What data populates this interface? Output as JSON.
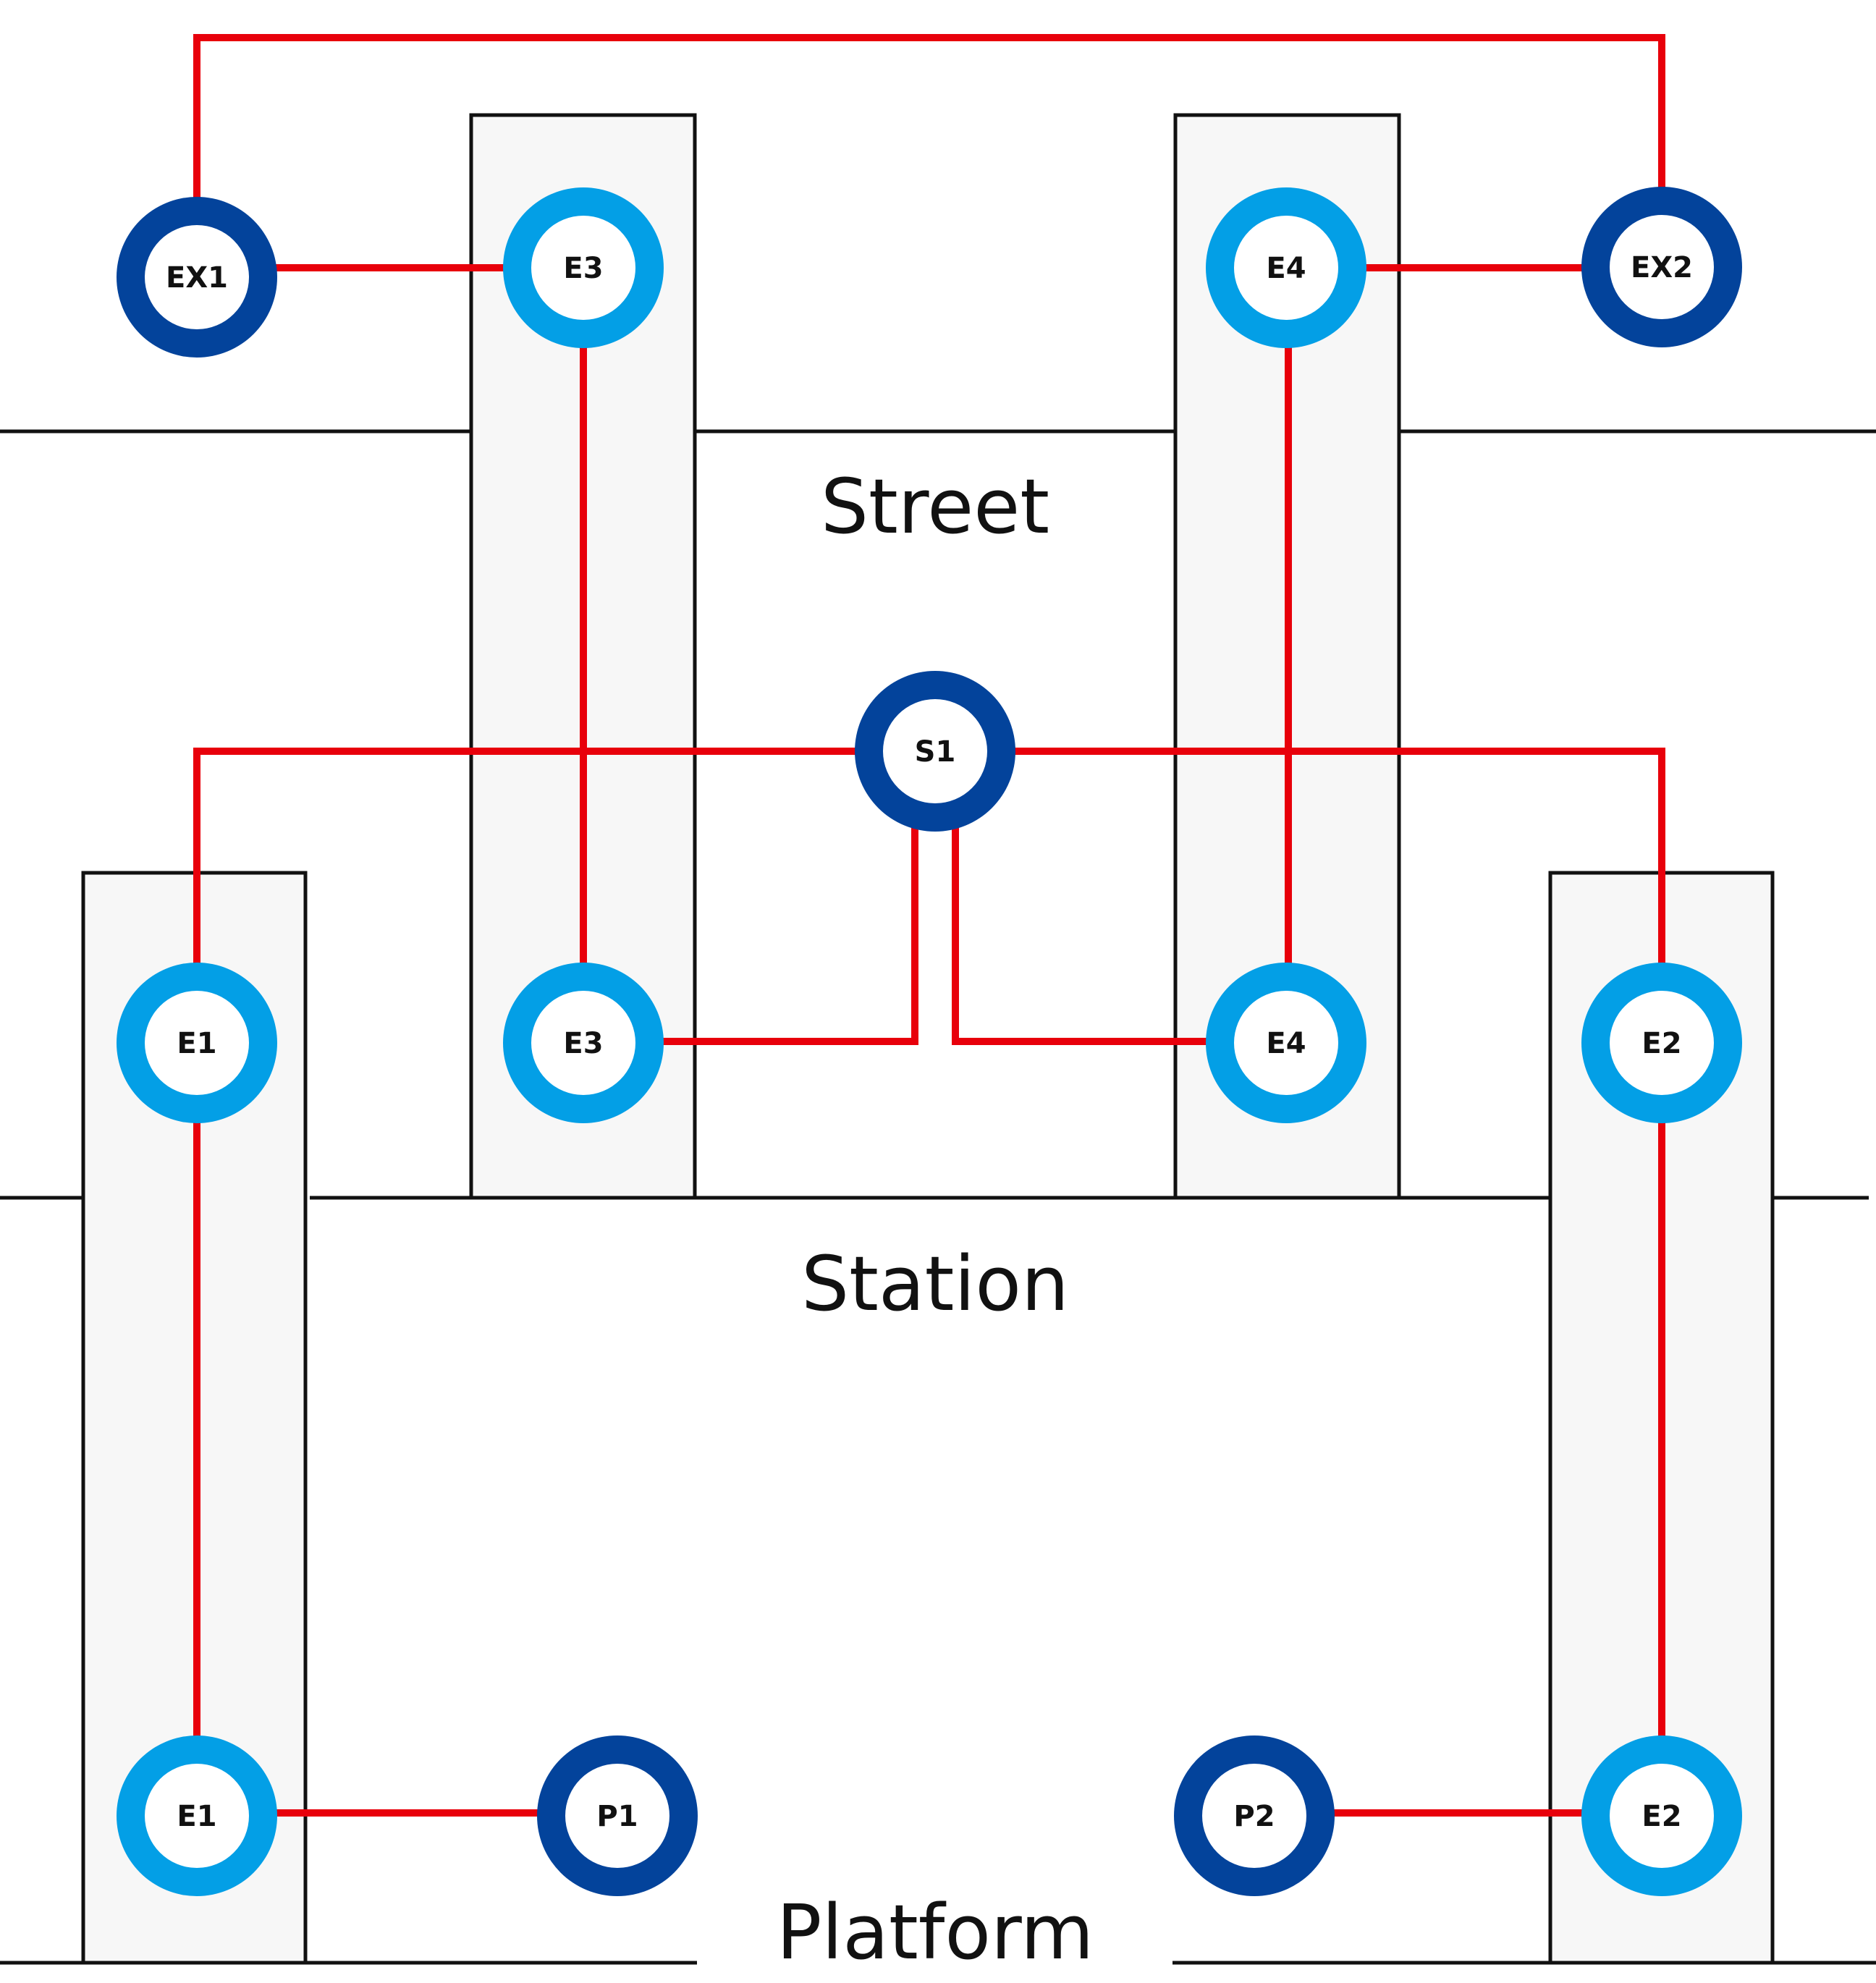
{
  "colors": {
    "edge": "#e8000b",
    "node_outer_dark": "#03439b",
    "node_outer_light": "#039fe6",
    "node_inner": "#ffffff",
    "shaft_fill": "#f7f7f7",
    "line": "#111111"
  },
  "zones": {
    "street": "Street",
    "station": "Station",
    "platform": "Platform"
  },
  "nodes": {
    "ex1": {
      "label": "EX1",
      "kind": "dark"
    },
    "ex2": {
      "label": "EX2",
      "kind": "dark"
    },
    "e3_top": {
      "label": "E3",
      "kind": "light"
    },
    "e4_top": {
      "label": "E4",
      "kind": "light"
    },
    "s1": {
      "label": "S1",
      "kind": "dark"
    },
    "e1_mid": {
      "label": "E1",
      "kind": "light"
    },
    "e3_mid": {
      "label": "E3",
      "kind": "light"
    },
    "e4_mid": {
      "label": "E4",
      "kind": "light"
    },
    "e2_mid": {
      "label": "E2",
      "kind": "light"
    },
    "e1_bot": {
      "label": "E1",
      "kind": "light"
    },
    "p1": {
      "label": "P1",
      "kind": "dark"
    },
    "p2": {
      "label": "P2",
      "kind": "dark"
    },
    "e2_bot": {
      "label": "E2",
      "kind": "light"
    }
  },
  "connections": [
    [
      "ex1",
      "ex2"
    ],
    [
      "ex1",
      "e3_top"
    ],
    [
      "e4_top",
      "ex2"
    ],
    [
      "e3_top",
      "e3_mid"
    ],
    [
      "e4_top",
      "e4_mid"
    ],
    [
      "s1",
      "e1_mid"
    ],
    [
      "s1",
      "e2_mid"
    ],
    [
      "s1",
      "e3_mid"
    ],
    [
      "s1",
      "e4_mid"
    ],
    [
      "e1_mid",
      "e1_bot"
    ],
    [
      "e2_mid",
      "e2_bot"
    ],
    [
      "e1_bot",
      "p1"
    ],
    [
      "p2",
      "e2_bot"
    ]
  ]
}
